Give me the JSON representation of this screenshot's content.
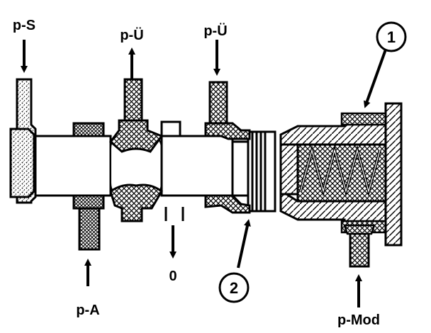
{
  "labels": {
    "p_s": "p-S",
    "p_u_left": "p-Ü",
    "p_u_right": "p-Ü",
    "p_a": "p-A",
    "zero": "0",
    "p_mod": "p-Mod"
  },
  "callouts": {
    "one": "1",
    "two": "2"
  },
  "colors": {
    "ink": "#000000",
    "paper": "#ffffff"
  }
}
